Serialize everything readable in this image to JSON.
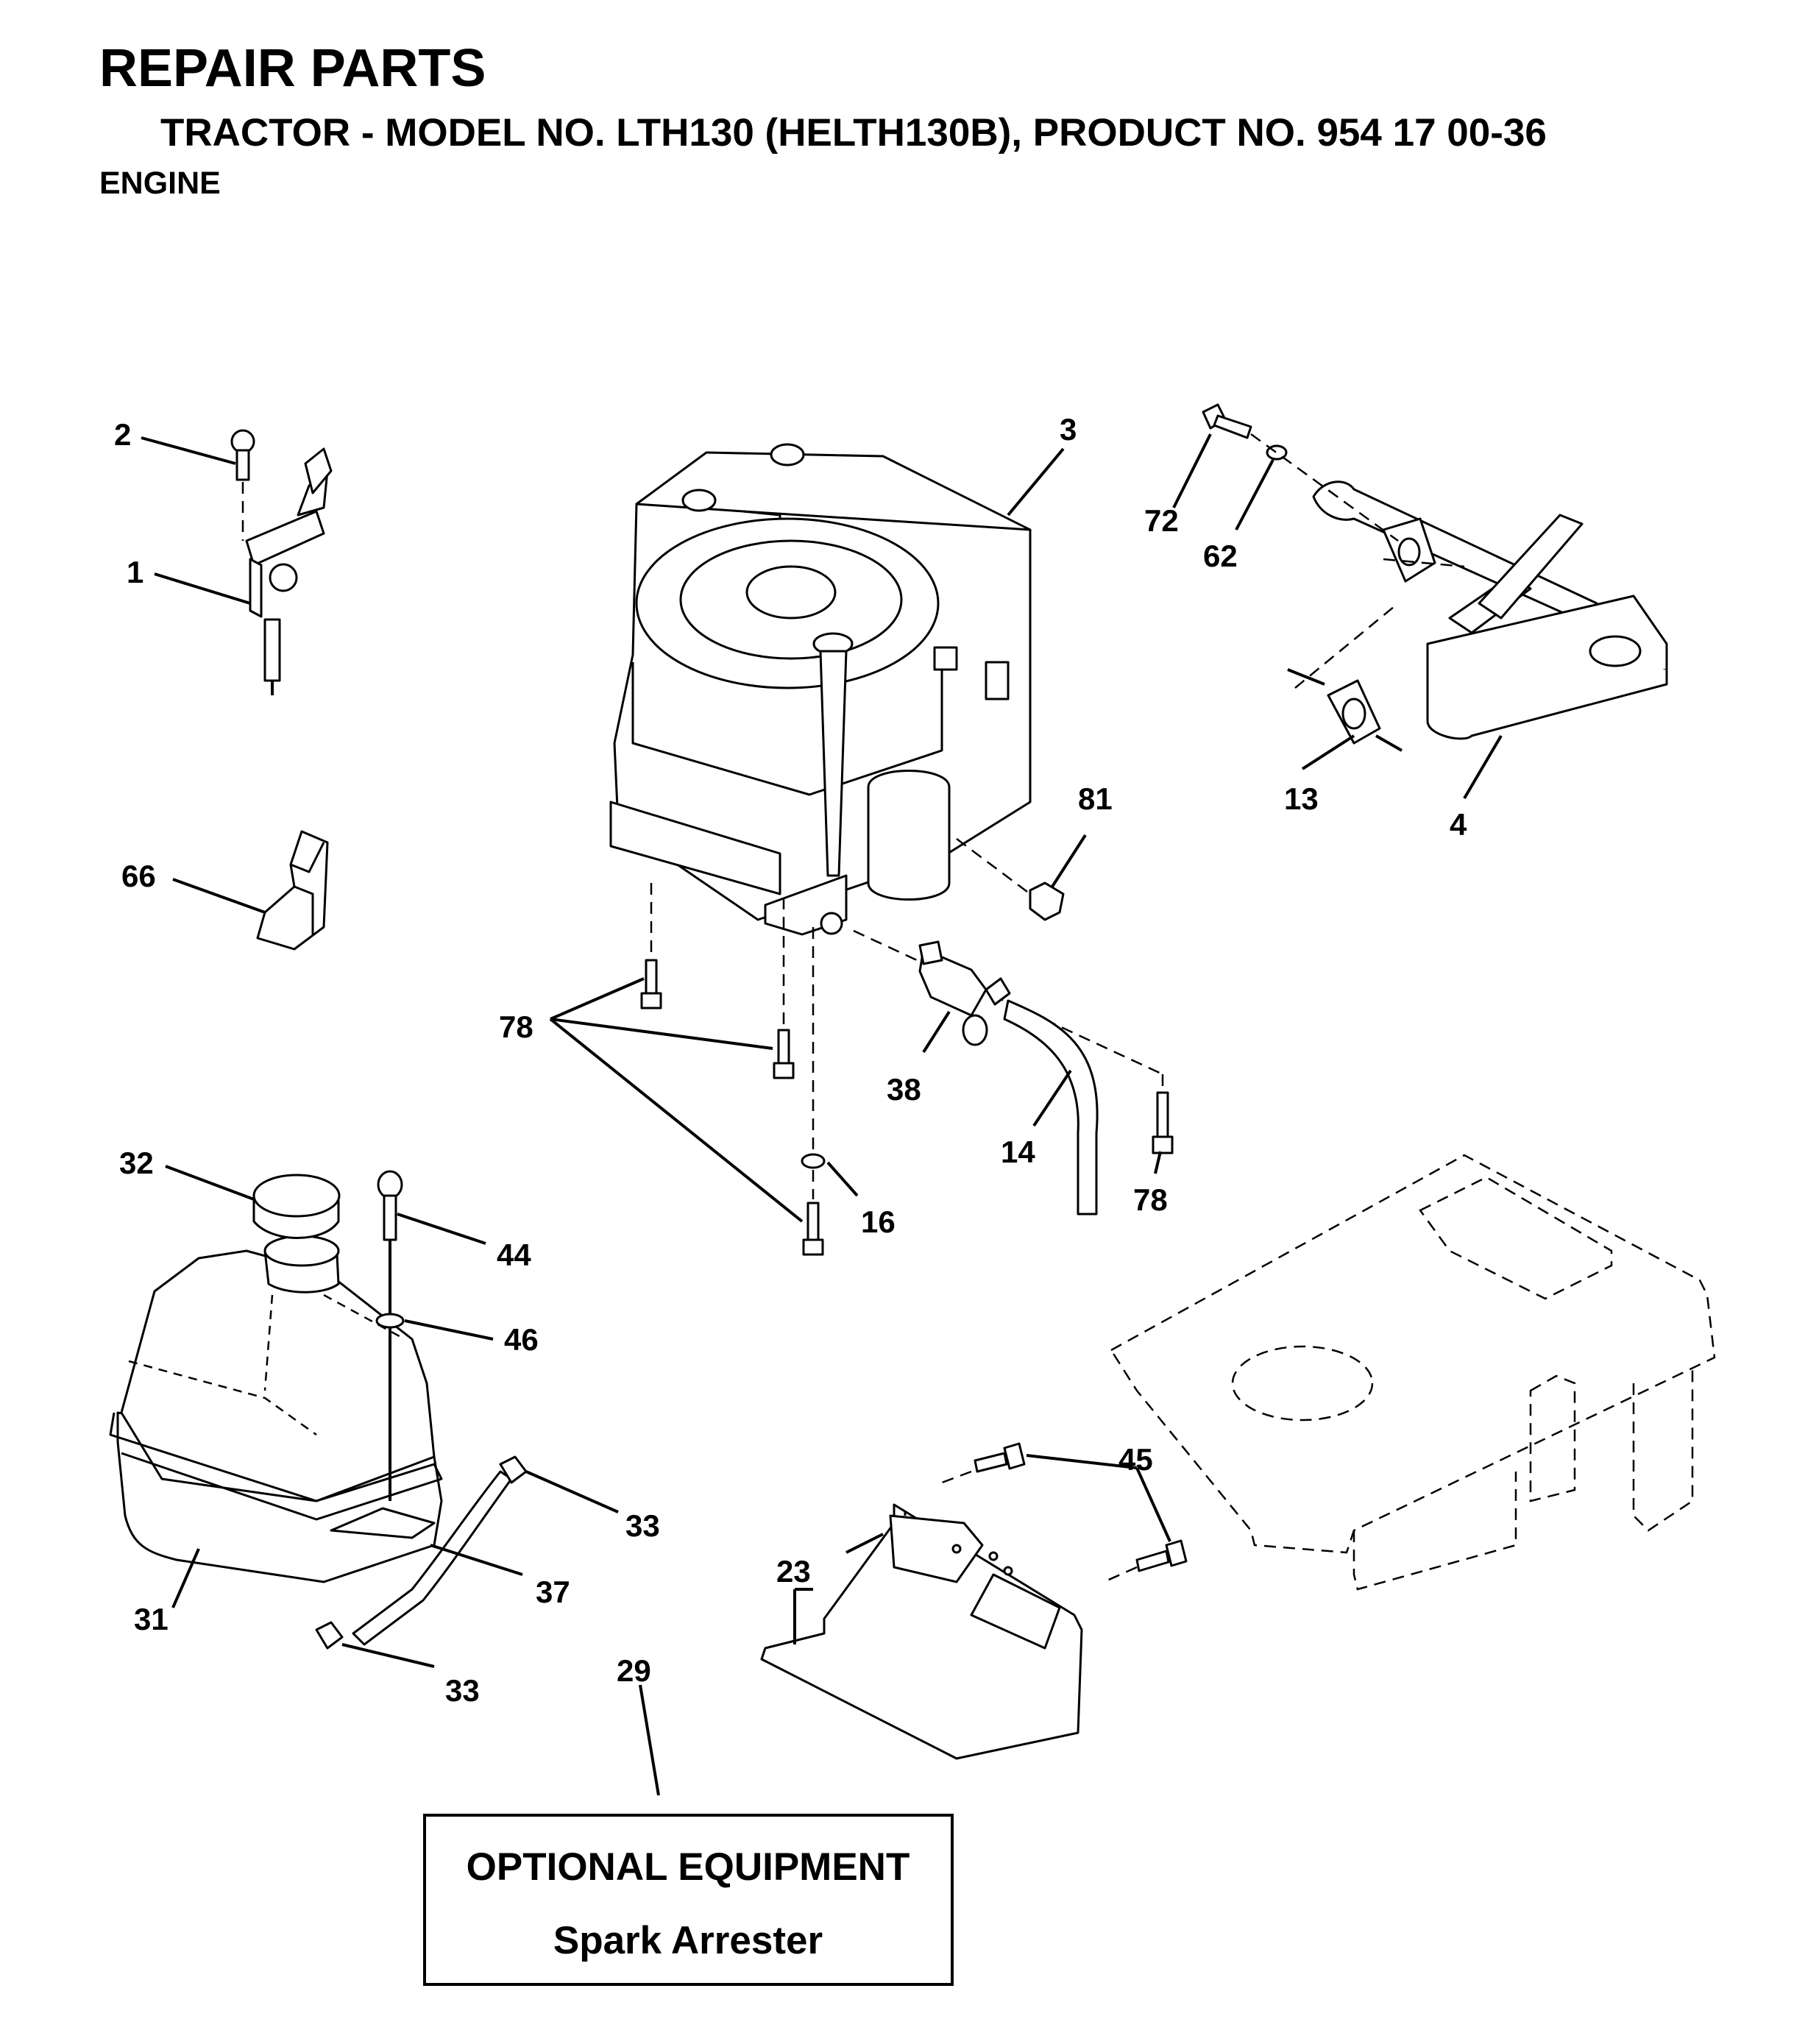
{
  "header": {
    "title": "REPAIR PARTS",
    "subtitle": "TRACTOR - MODEL NO. LTH130 (HELTH130B), PRODUCT NO. 954 17 00-36",
    "section": "ENGINE"
  },
  "optional_box": {
    "heading": "OPTIONAL EQUIPMENT",
    "item": "Spark Arrester"
  },
  "callouts": [
    "1",
    "2",
    "3",
    "4",
    "13",
    "14",
    "16",
    "23",
    "29",
    "31",
    "32",
    "33",
    "33",
    "37",
    "38",
    "44",
    "45",
    "46",
    "62",
    "66",
    "72",
    "78",
    "78",
    "81"
  ]
}
